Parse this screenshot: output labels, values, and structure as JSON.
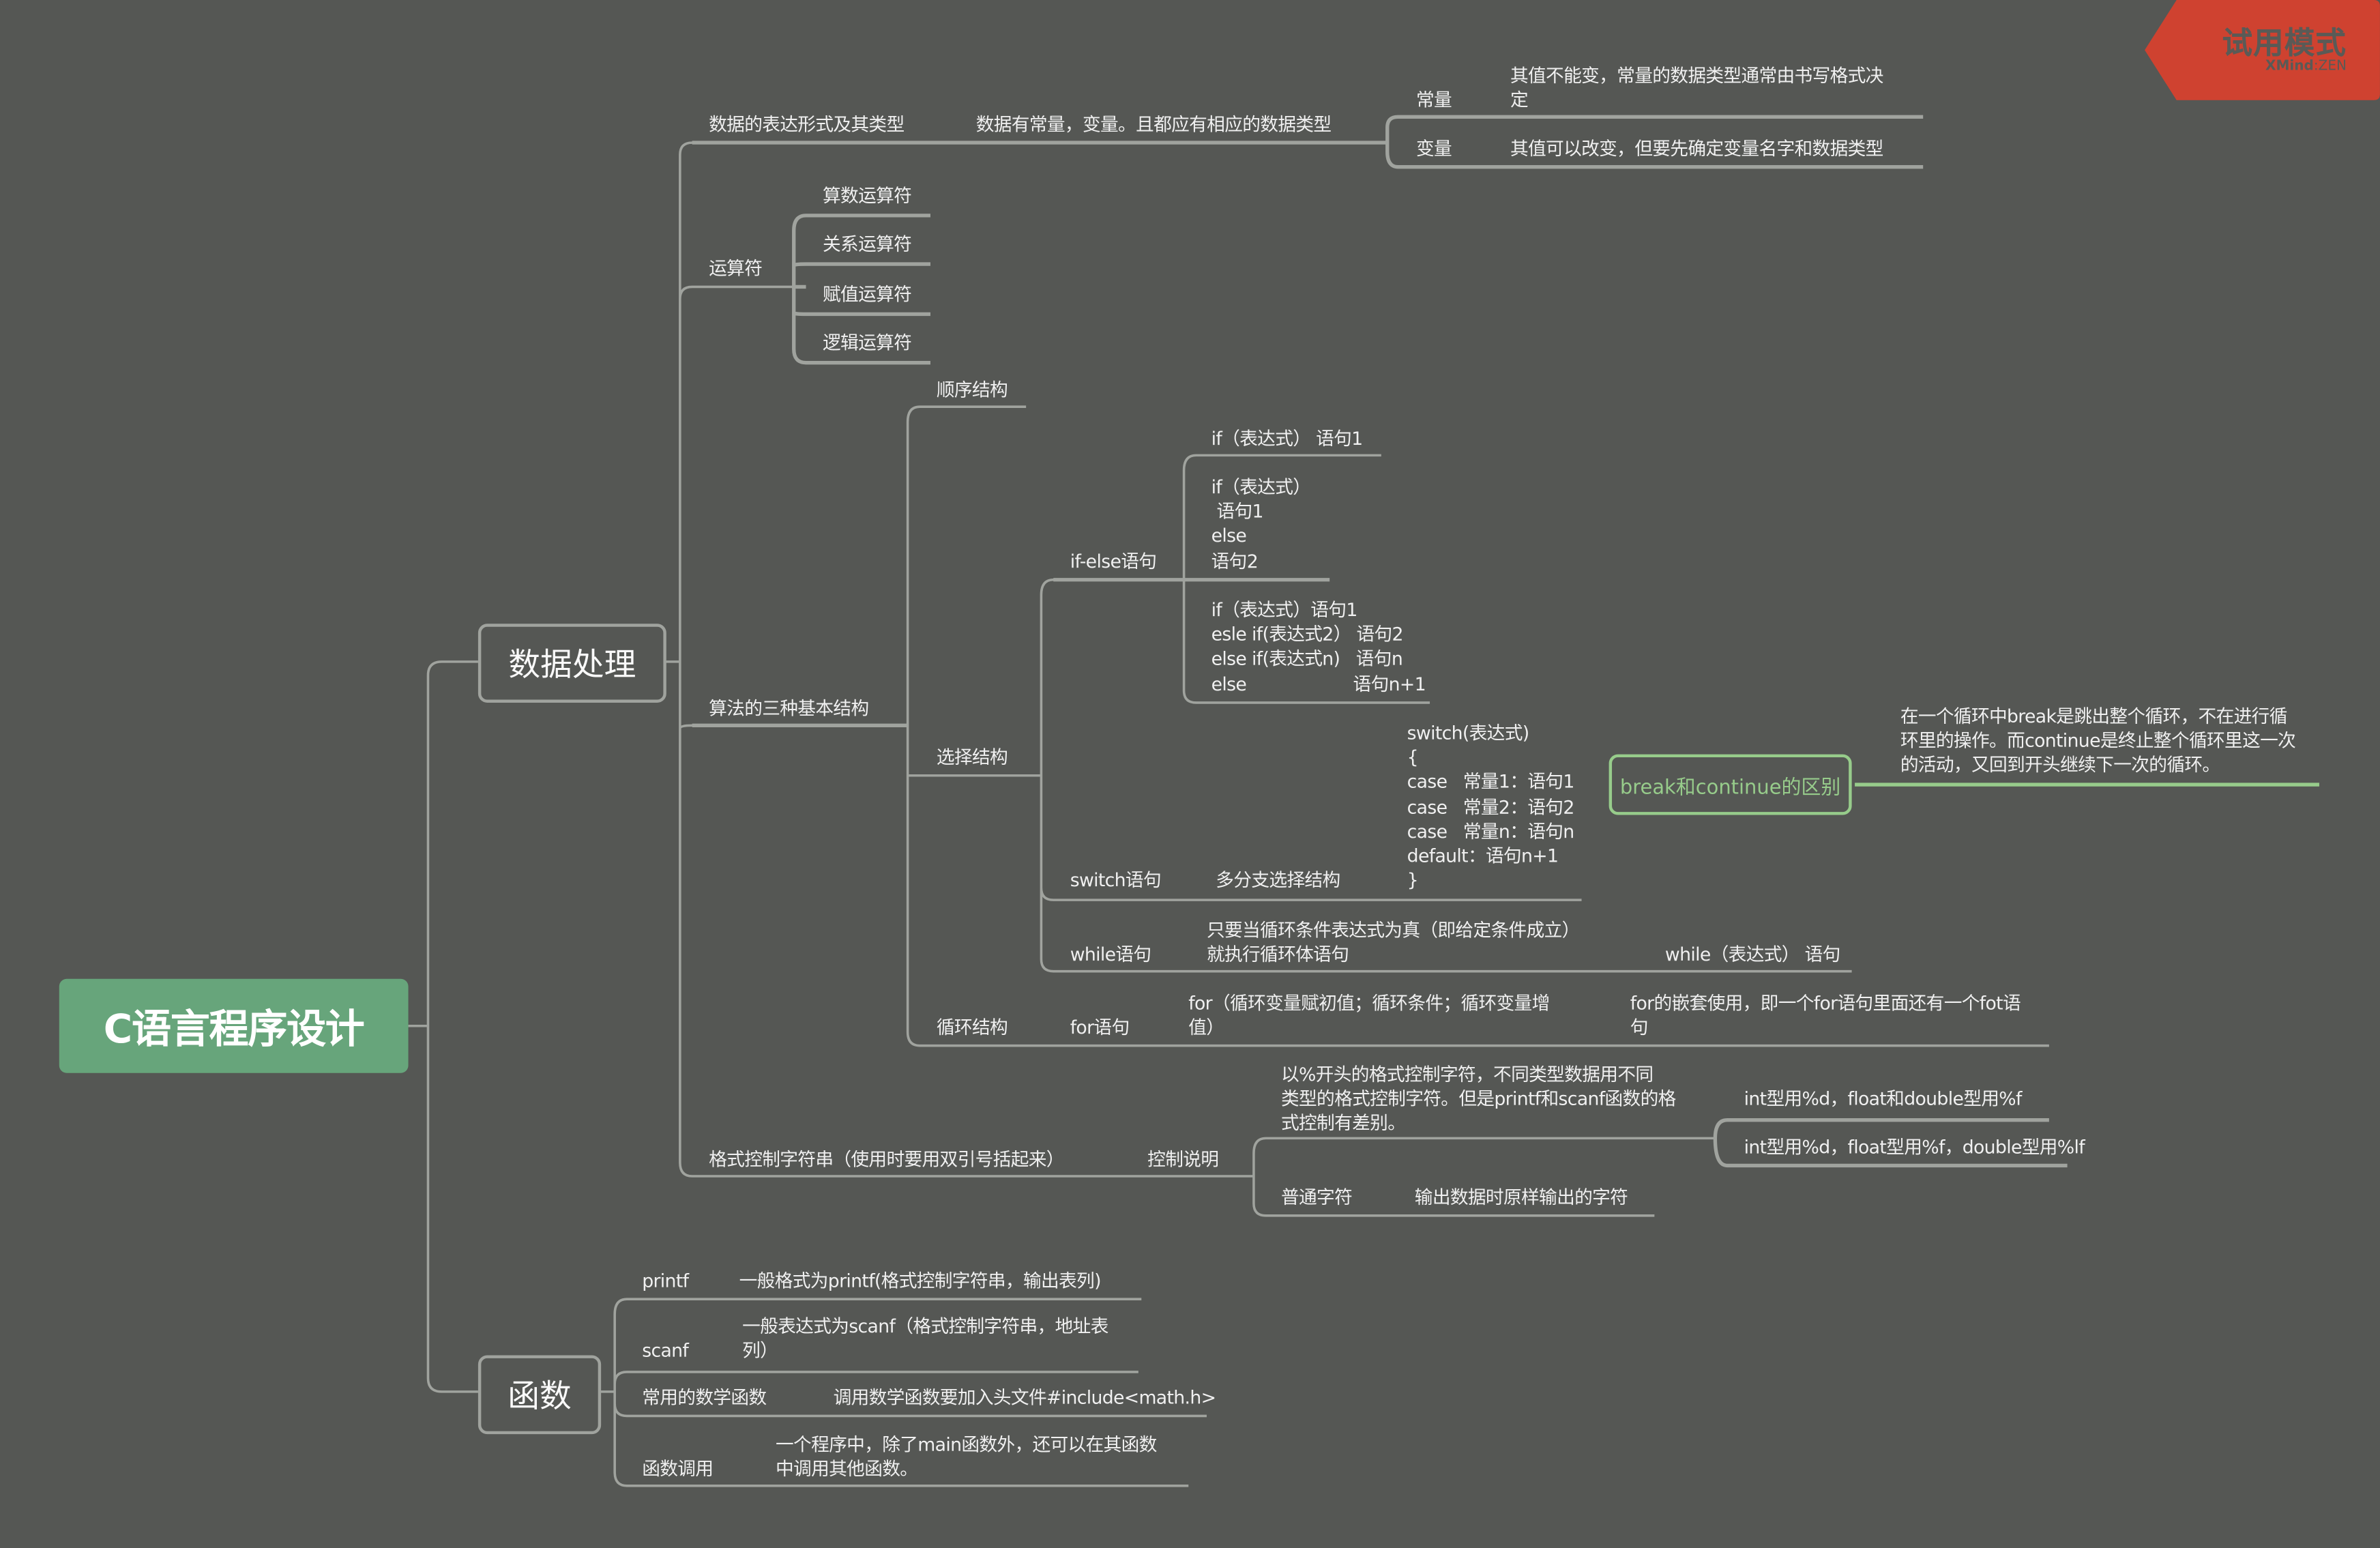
{
  "colors": {
    "background": "#555754",
    "root_fill": "#67a57b",
    "line": "#a0a39e",
    "callout": "#97cc8b",
    "trial_badge": "#cf4230"
  },
  "trial_badge": {
    "title": "试用模式",
    "brand": "XMind",
    "brand_suffix": ":ZEN"
  },
  "root": {
    "label": "C语言程序设计"
  },
  "branches": {
    "data_processing": {
      "label": "数据处理",
      "data_repr": {
        "label": "数据的表达形式及其类型",
        "desc": "数据有常量，变量。且都应有相应的数据类型",
        "constant": {
          "label": "常量",
          "desc_line1": "其值不能变，常量的数据类型通常由书写格式决",
          "desc_line2": "定"
        },
        "variable": {
          "label": "变量",
          "desc": "其值可以改变，但要先确定变量名字和数据类型"
        }
      },
      "operators": {
        "label": "运算符",
        "items": [
          "算数运算符",
          "关系运算符",
          "赋值运算符",
          "逻辑运算符"
        ]
      },
      "algorithms": {
        "label": "算法的三种基本结构",
        "sequence": {
          "label": "顺序结构"
        },
        "selection": {
          "label": "选择结构",
          "if_else": {
            "label": "if-else语句",
            "form1": "if（表达式） 语句1",
            "form2": [
              "if（表达式）",
              " 语句1",
              "else",
              "语句2"
            ],
            "form3": [
              "if（表达式）语句1",
              "esle if(表达式2） 语句2",
              "else if(表达式n)   语句n",
              "else                    语句n+1"
            ]
          },
          "switch": {
            "label": "switch语句",
            "desc": "多分支选择结构",
            "code": [
              "switch(表达式)",
              "{",
              "case   常量1：语句1",
              "case   常量2：语句2",
              "case   常量n：语句n",
              "default：语句n+1",
              "}"
            ]
          }
        },
        "loop": {
          "label": "循环结构",
          "while": {
            "label": "while语句",
            "desc_line1": "只要当循环条件表达式为真（即给定条件成立）",
            "desc_line2": "就执行循环体语句",
            "syntax": "while（表达式） 语句"
          },
          "for": {
            "label": "for语句",
            "desc_line1": "for（循环变量赋初值；循环条件；循环变量增",
            "desc_line2": "值）",
            "nested_line1": "for的嵌套使用，即一个for语句里面还有一个fot语",
            "nested_line2": "句"
          },
          "callout": {
            "label": "break和continue的区别",
            "desc": [
              "在一个循环中break是跳出整个循环，不在进行循",
              "环里的操作。而continue是终止整个循环里这一次",
              "的活动，又回到开头继续下一次的循环。"
            ]
          }
        }
      },
      "format_string": {
        "label": "格式控制字符串（使用时要用双引号括起来）",
        "control": {
          "label": "控制说明",
          "desc": [
            "以%开头的格式控制字符，不同类型数据用不同",
            "类型的格式控制字符。但是printf和scanf函数的格",
            "式控制有差别。"
          ],
          "printf_rule": "int型用%d，float和double型用%f",
          "scanf_rule": "int型用%d，float型用%f，double型用%lf"
        },
        "plain": {
          "label": "普通字符",
          "desc": "输出数据时原样输出的字符"
        }
      }
    },
    "functions": {
      "label": "函数",
      "printf": {
        "label": "printf",
        "desc": "一般格式为printf(格式控制字符串，输出表列)"
      },
      "scanf": {
        "label": "scanf",
        "desc_line1": "一般表达式为scanf（格式控制字符串，地址表",
        "desc_line2": "列）"
      },
      "math": {
        "label": "常用的数学函数",
        "desc": "调用数学函数要加入头文件#include<math.h>"
      },
      "call": {
        "label": "函数调用",
        "desc_line1": "一个程序中，除了main函数外，还可以在其函数",
        "desc_line2": "中调用其他函数。"
      }
    }
  }
}
